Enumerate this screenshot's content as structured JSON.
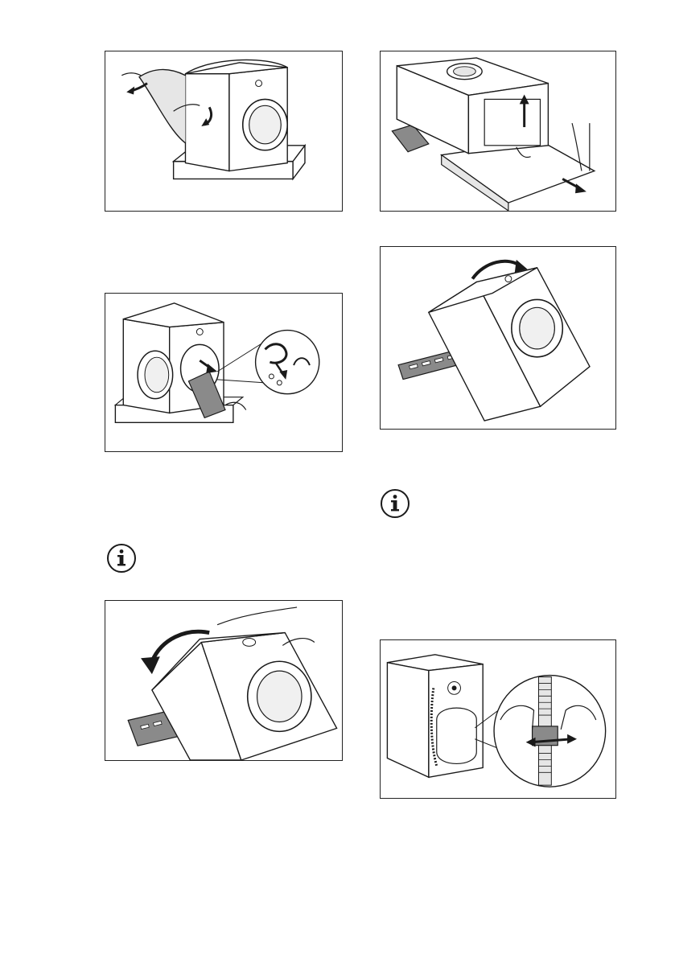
{
  "document": {
    "figures": [
      {
        "id": "fig-remove-cover",
        "icon": "remove-packaging-cover-illustration"
      },
      {
        "id": "fig-lift-off-packaging-frame",
        "icon": "lift-packaging-frame-illustration"
      },
      {
        "id": "fig-remove-accessory-bag",
        "icon": "remove-accessory-bag-from-drum-illustration"
      },
      {
        "id": "fig-tilt-appliance-right",
        "icon": "tilt-appliance-illustration"
      },
      {
        "id": "fig-tilt-appliance-left",
        "icon": "tilt-appliance-back-illustration"
      },
      {
        "id": "fig-remove-hose-clamp",
        "icon": "remove-hose-from-clamp-illustration"
      }
    ],
    "info_icons": [
      {
        "id": "info-left",
        "icon": "info-icon"
      },
      {
        "id": "info-right",
        "icon": "info-icon"
      }
    ]
  },
  "colors": {
    "line": "#1a1a1a",
    "panel_border": "#222222",
    "shade_dark": "#8a8a8a",
    "shade_mid": "#bdbdbd",
    "shade_light": "#e6e6e6"
  }
}
